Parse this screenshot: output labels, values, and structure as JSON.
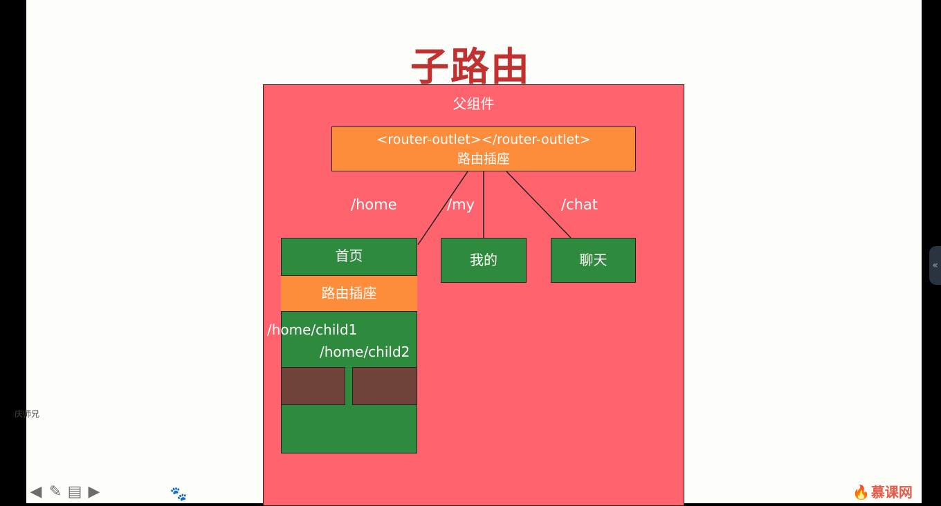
{
  "title": "子路由",
  "parent_component_label": "父组件",
  "router_outlet": {
    "tag": "<router-outlet></router-outlet>",
    "label": "路由插座"
  },
  "routes": {
    "home": "/home",
    "my": "/my",
    "chat": "/chat"
  },
  "components": {
    "home": "首页",
    "my": "我的",
    "chat": "聊天"
  },
  "home_outlet_label": "路由插座",
  "child_routes": {
    "child1": "/home/child1",
    "child2": "/home/child2"
  },
  "presenter": "庆师兄",
  "logo_text": "慕课网",
  "colors": {
    "title": "#c0312f",
    "parent": "#fe636e",
    "outlet": "#fd8c3b",
    "component": "#2e8a3c",
    "child": "#70433a"
  },
  "toolbar_icons": [
    "arrow-left-icon",
    "pen-icon",
    "slides-icon",
    "arrow-right-icon"
  ]
}
